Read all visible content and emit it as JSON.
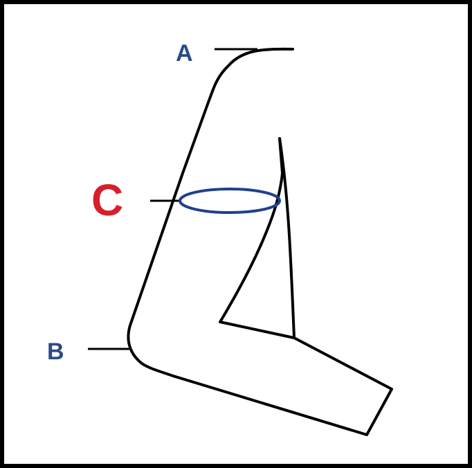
{
  "diagram": {
    "labels": {
      "a": "A",
      "b": "B",
      "c": "C"
    },
    "colors": {
      "outline": "#000000",
      "label_blue": "#2b4a8a",
      "label_red": "#d61f2a",
      "ring": "#1f3f8f",
      "background": "#ffffff"
    }
  }
}
